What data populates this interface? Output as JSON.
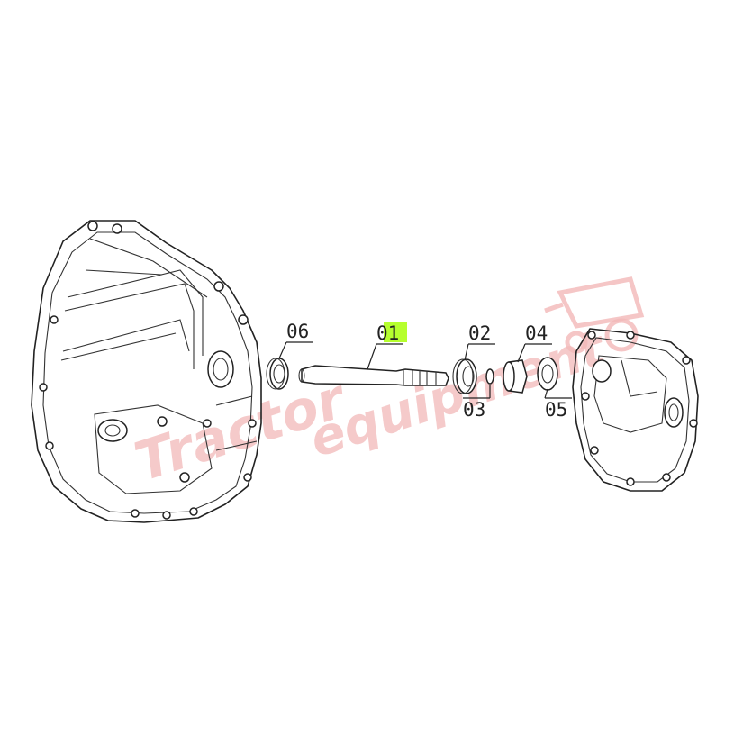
{
  "callouts": {
    "c01": "01",
    "c02": "02",
    "c03": "03",
    "c04": "04",
    "c05": "05",
    "c06": "06"
  },
  "highlight_color": "#b6ff2e",
  "watermark": {
    "text_equipment": "equipment",
    "text_fragment": "Tractor"
  }
}
